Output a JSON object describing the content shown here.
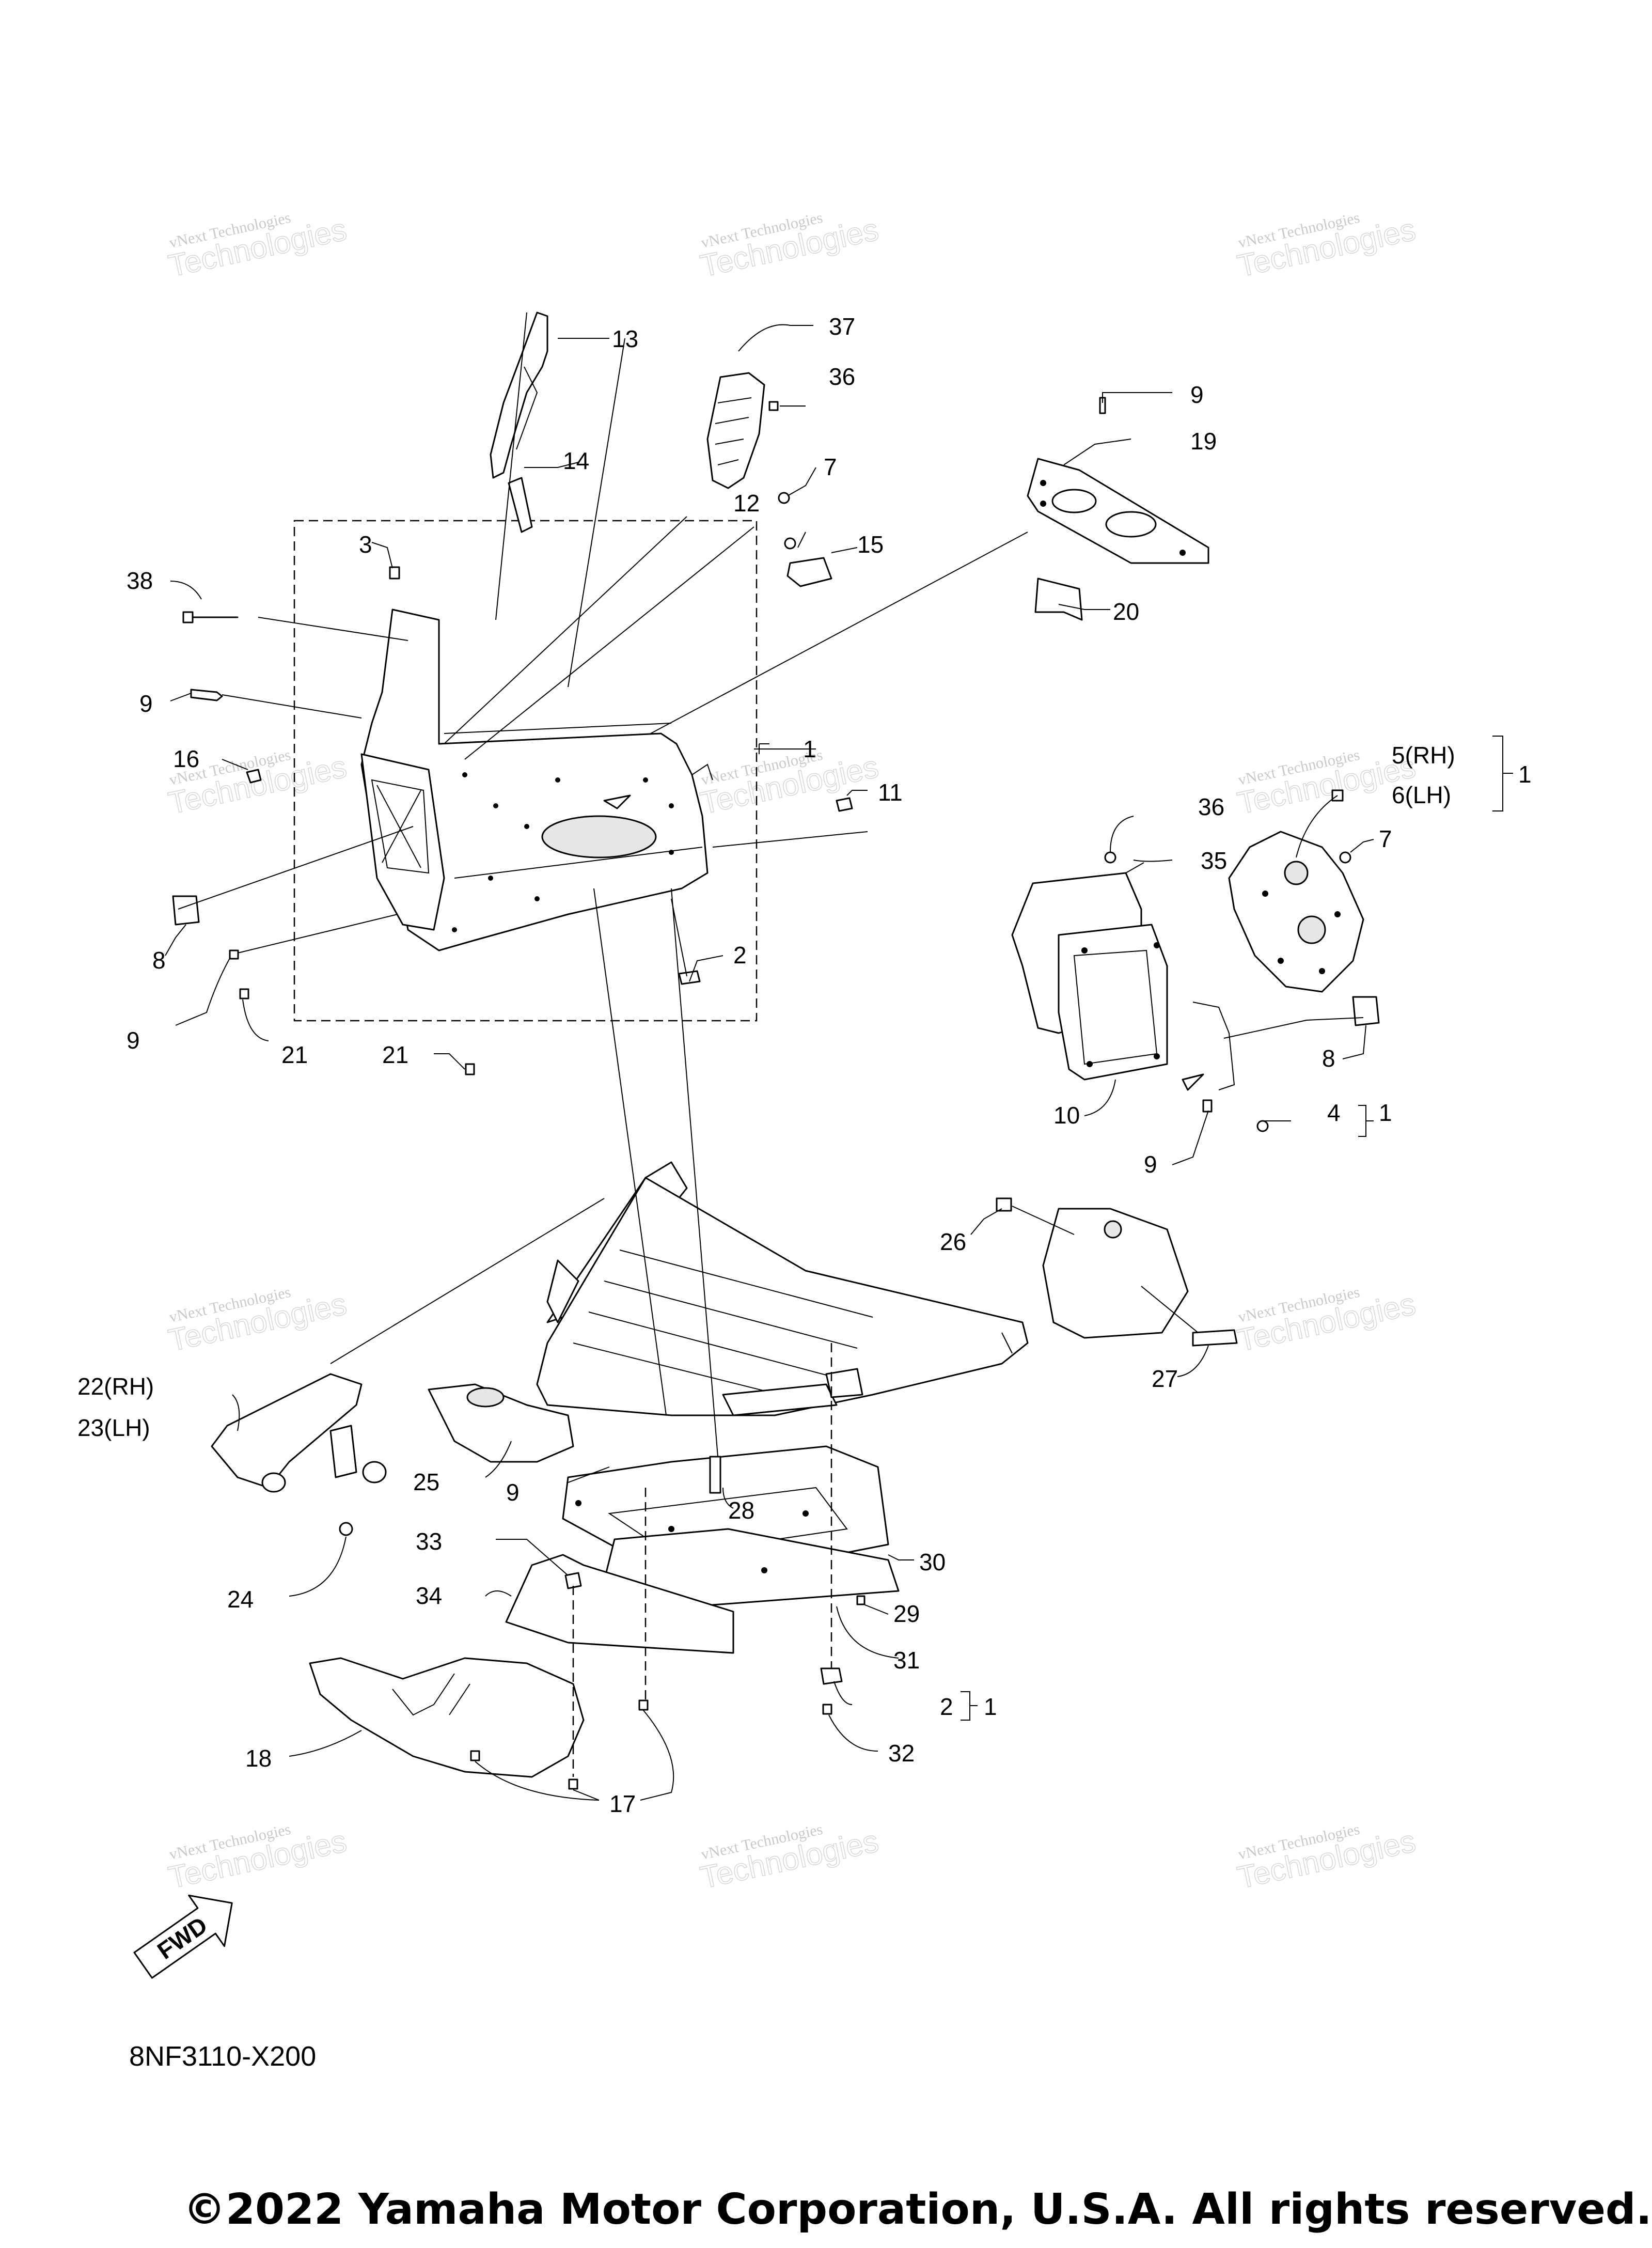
{
  "drawing_code": "8NF3110-X200",
  "copyright": "©2022 Yamaha Motor Corporation, U.S.A. All rights reserved.",
  "fwd_label": "FWD",
  "watermark": {
    "line1": "vNext Technologies",
    "line2": "Technologies",
    "line3": "vNext"
  },
  "callouts": {
    "c13": "13",
    "c37": "37",
    "c36a": "36",
    "c14": "14",
    "c7a": "7",
    "c12": "12",
    "c15": "15",
    "c9top": "9",
    "c19": "19",
    "c20": "20",
    "c3": "3",
    "c38": "38",
    "c9b": "9",
    "c16": "16",
    "c1a": "1",
    "c11": "11",
    "c8a": "8",
    "c2a": "2",
    "c9c": "9",
    "c21a": "21",
    "c21b": "21",
    "c5rh": "5(RH)",
    "c6lh": "6(LH)",
    "c1b": "1",
    "c36b": "36",
    "c35": "35",
    "c7b": "7",
    "c8b": "8",
    "c10": "10",
    "c4": "4",
    "c1c": "1",
    "c9d": "9",
    "c26": "26",
    "c27": "27",
    "c22rh": "22(RH)",
    "c23lh": "23(LH)",
    "c25": "25",
    "c9e": "9",
    "c28": "28",
    "c24": "24",
    "c33": "33",
    "c30": "30",
    "c34": "34",
    "c29": "29",
    "c31": "31",
    "c2b": "2",
    "c1d": "1",
    "c18": "18",
    "c32": "32",
    "c17": "17"
  }
}
